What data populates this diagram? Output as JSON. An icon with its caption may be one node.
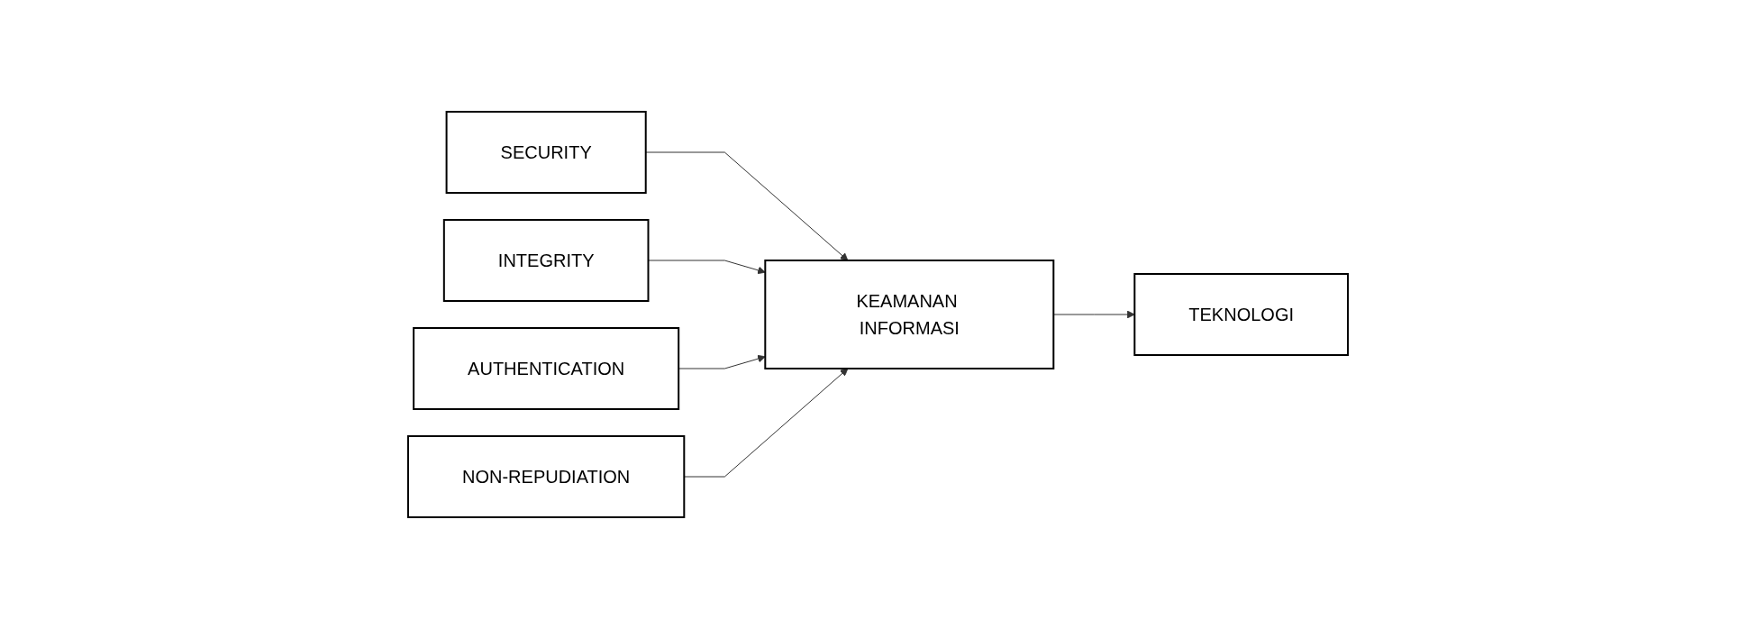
{
  "diagram": {
    "nodes": [
      {
        "text": [
          "SECURITY"
        ]
      },
      {
        "text": [
          "INTEGRITY"
        ]
      },
      {
        "text": [
          "AUTHENTICATION"
        ]
      },
      {
        "text": [
          "NON-REPUDIATION"
        ]
      },
      {
        "text": [
          "KEAMANAN INFORMASI"
        ]
      },
      {
        "text": [
          "TEKNOLOGI"
        ]
      }
    ],
    "edges": [
      {
        "from": 0,
        "to": 4,
        "arrow": "to"
      },
      {
        "from": 1,
        "to": 4,
        "arrow": "to"
      },
      {
        "from": 2,
        "to": 4,
        "arrow": "to"
      },
      {
        "from": 3,
        "to": 4,
        "arrow": "to"
      },
      {
        "from": 4,
        "to": 5,
        "arrow": "to"
      }
    ]
  }
}
